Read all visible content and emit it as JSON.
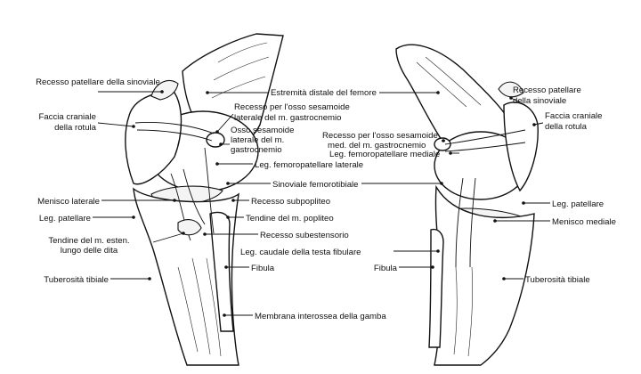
{
  "left_view": {
    "recesso_patellare": "Recesso patellare della sinoviale",
    "estremita_distale": "Estremità distale del femore",
    "faccia_craniale_1": "Faccia craniale",
    "faccia_craniale_2": "della rotula",
    "recesso_sesamoide_lat_1": "Recesso per l'osso sesamoide",
    "recesso_sesamoide_lat_2": "laterale del m. gastrocnemio",
    "osso_sesamoide_1": "Osso sesamoide",
    "osso_sesamoide_2": "laterale del m.",
    "osso_sesamoide_3": "gastrocnemio",
    "leg_femoropat_lat": "Leg. femoropatellare laterale",
    "menisco_laterale": "Menisco laterale",
    "recesso_subpopliteo": "Recesso subpopliteo",
    "leg_patellare": "Leg. patellare",
    "tendine_popliteo": "Tendine del m. popliteo",
    "tendine_esten_1": "Tendine  del m. esten.",
    "tendine_esten_2": "lungo delle dita",
    "recesso_subestensorio": "Recesso subestensorio",
    "fibula": "Fibula",
    "tuberosita_tibiale": "Tuberosità tibiale",
    "membrana_interossea": "Membrana interossea della gamba"
  },
  "center": {
    "sinoviale_femorotibiale": "Sinoviale femorotibiale",
    "leg_caudale": "Leg. caudale della testa fibulare"
  },
  "right_view": {
    "recesso_sesamoide_med_1": "Recesso per l'osso sesamoide",
    "recesso_sesamoide_med_2": "med. del m. gastrocnemio",
    "leg_femoropat_med": "Leg. femoropatellare mediale",
    "recesso_patellare_1": "Recesso patellare",
    "recesso_patellare_2": "della sinoviale",
    "faccia_craniale_1": "Faccia craniale",
    "faccia_craniale_2": "della rotula",
    "leg_patellare": "Leg. patellare",
    "menisco_mediale": "Menisco mediale",
    "fibula": "Fibula",
    "tuberosita_tibiale": "Tuberosità tibiale"
  }
}
